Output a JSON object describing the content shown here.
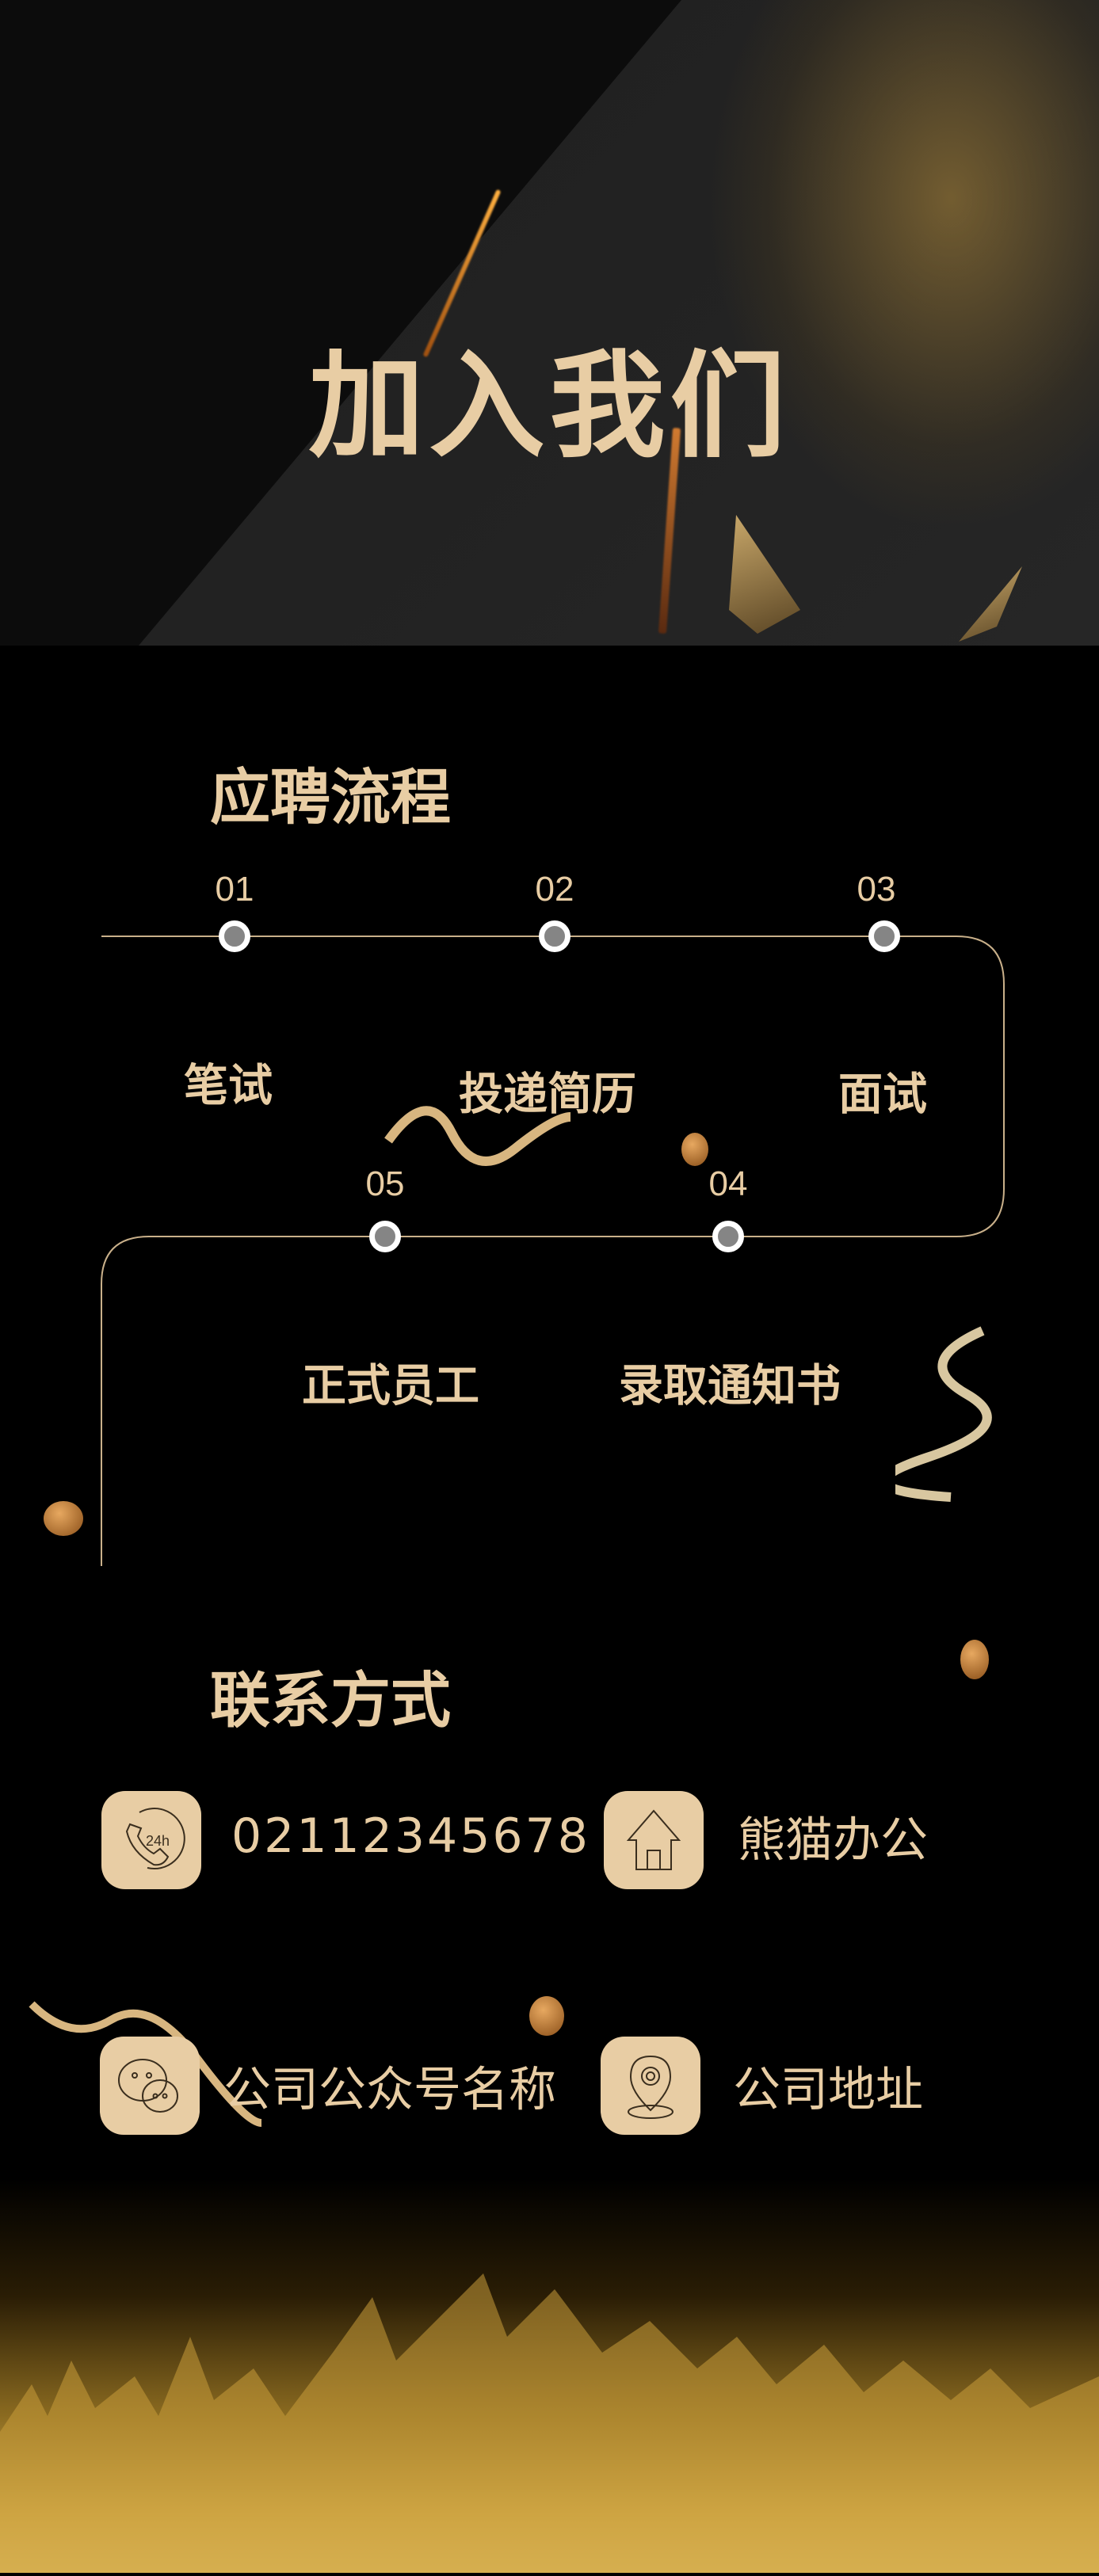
{
  "header": {
    "title": "加入我们"
  },
  "process": {
    "heading": "应聘流程",
    "steps": [
      {
        "num": "01",
        "label": "笔试"
      },
      {
        "num": "02",
        "label": "投递简历"
      },
      {
        "num": "03",
        "label": "面试"
      },
      {
        "num": "04",
        "label": "录取通知书"
      },
      {
        "num": "05",
        "label": "正式员工"
      }
    ]
  },
  "contact": {
    "heading": "联系方式",
    "items": [
      {
        "icon": "phone-24h-icon",
        "text": "02112345678"
      },
      {
        "icon": "home-icon",
        "text": "熊猫办公"
      },
      {
        "icon": "wechat-icon",
        "text": "公司公众号名称"
      },
      {
        "icon": "location-pin-icon",
        "text": "公司地址"
      }
    ]
  },
  "colors": {
    "accent": "#e8cda4",
    "background": "#000000"
  }
}
